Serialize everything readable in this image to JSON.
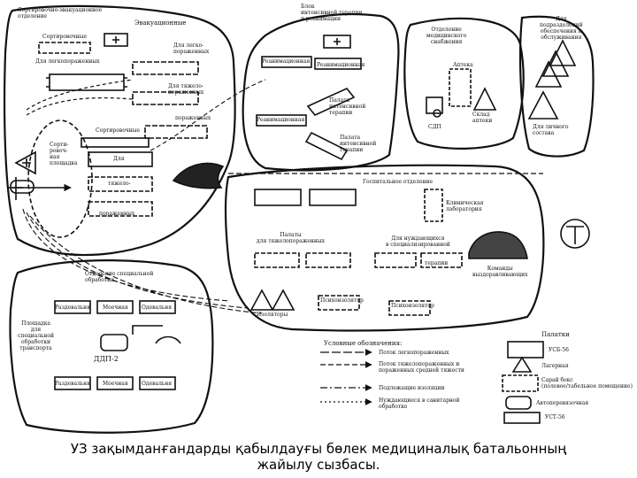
{
  "labels": {
    "sort_evac_dept": "Сортировочно-эвакуационное\nотделение",
    "evacuation": "Эвакуационные",
    "sorting_top": "Сортировочные",
    "light_top": "Для легкопораженных",
    "light_right": "Для легко-\nпораженных",
    "heavy_right": "Для тяжело-\nпораженных",
    "struck_right": "пораженных",
    "sorting_mid": "Сортировочные",
    "sort_area": "Сорти-\nровоч-\nная\nплощадка",
    "for_mid": "Для",
    "heavy_mid": "тяжело-",
    "struck_mid": "пораженных",
    "icu_block": "Блок\nинтенсивной терапии\nи реанимации",
    "resus_1": "Реанимационная",
    "resus_2": "Реанимационная",
    "resus_3": "Реанимационная",
    "icu_ward_1": "Палата\nинтенсивной\nтерапии",
    "icu_ward_2": "Палата\nинтенсивной\nтерапии",
    "pharmacy_dept": "Отделение\nмедицинского\nснабжения",
    "pharmacy": "Аптека",
    "pharmacy_warehouse": "Склад\nаптеки",
    "sdp": "СДП",
    "staff_dept": "Для\nподразделений\nобеспечения и\nобслуживания",
    "personnel": "Для личного\nсостава",
    "hospital_dept": "Госпитальное отделение",
    "clinical_lab": "Клиническая\nлаборатория",
    "wards_heavy": "Палаты\nдля тяжелопораженных",
    "need_special": "Для нуждающихся\nв специализированной",
    "therapy": "терапии",
    "teams": "Команды\nвыздоравливающих",
    "isolators": "Изоляторы",
    "psycho_1": "Психоизолятор",
    "psycho_2": "Психоизолятор",
    "special_dept": "Отделение специальной\nобработки",
    "undress_1": "Раздевальня",
    "wash_1": "Моечная",
    "dress_1": "Одевальня",
    "ddp": "ДДП-2",
    "undress_2": "Раздевальня",
    "wash_2": "Моечная",
    "dress_2": "Одевальня",
    "transport_area": "Площадка\nдля\nспециальной\nобработки\nтранспорта"
  },
  "legend": {
    "title": "Условные обозначения:",
    "items": [
      "Поток легкопораженных",
      "Поток тяжелопораженных и\nпораженных средней тяжести",
      "Подлежащие изоляции",
      "Нуждающиеся в санитарной\nобработке"
    ],
    "tents": "Палатки",
    "usb": "УСБ-56",
    "lagerny": "Лагерная",
    "box": "Сарай бокс\n(полевое/табельное помещение)",
    "car": "Автоперевязочная",
    "ust": "УСТ-56"
  },
  "caption": "УЗ зақымданғандарды қабылдауғы бөлек медициналық батальонның\nжайылу сызбасы."
}
